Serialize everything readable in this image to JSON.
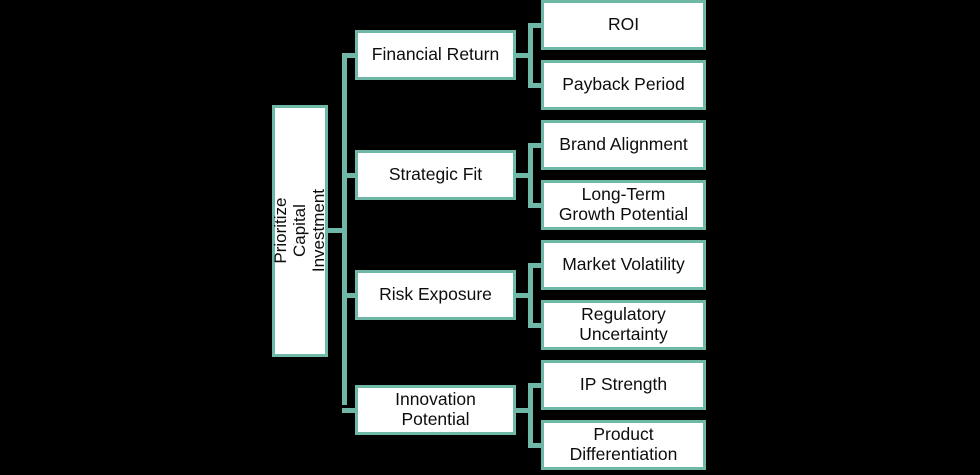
{
  "diagram": {
    "type": "tree",
    "title": "Prioritize Capital Investment decision tree",
    "background_color": "#000000",
    "node_fill_color": "#ffffff",
    "node_border_color": "#6fb8a8",
    "connector_color": "#6fb8a8",
    "text_color": "#0d0d0d",
    "root": {
      "label": "Prioritize Capital\nInvestment",
      "orientation": "vertical-text"
    },
    "branches": [
      {
        "label": "Financial Return",
        "leaves": [
          {
            "label": "ROI"
          },
          {
            "label": "Payback Period"
          }
        ]
      },
      {
        "label": "Strategic Fit",
        "leaves": [
          {
            "label": "Brand Alignment"
          },
          {
            "label": "Long-Term\nGrowth Potential"
          }
        ]
      },
      {
        "label": "Risk Exposure",
        "leaves": [
          {
            "label": "Market Volatility"
          },
          {
            "label": "Regulatory\nUncertainty"
          }
        ]
      },
      {
        "label": "Innovation\nPotential",
        "leaves": [
          {
            "label": "IP Strength"
          },
          {
            "label": "Product\nDifferentiation"
          }
        ]
      }
    ]
  }
}
